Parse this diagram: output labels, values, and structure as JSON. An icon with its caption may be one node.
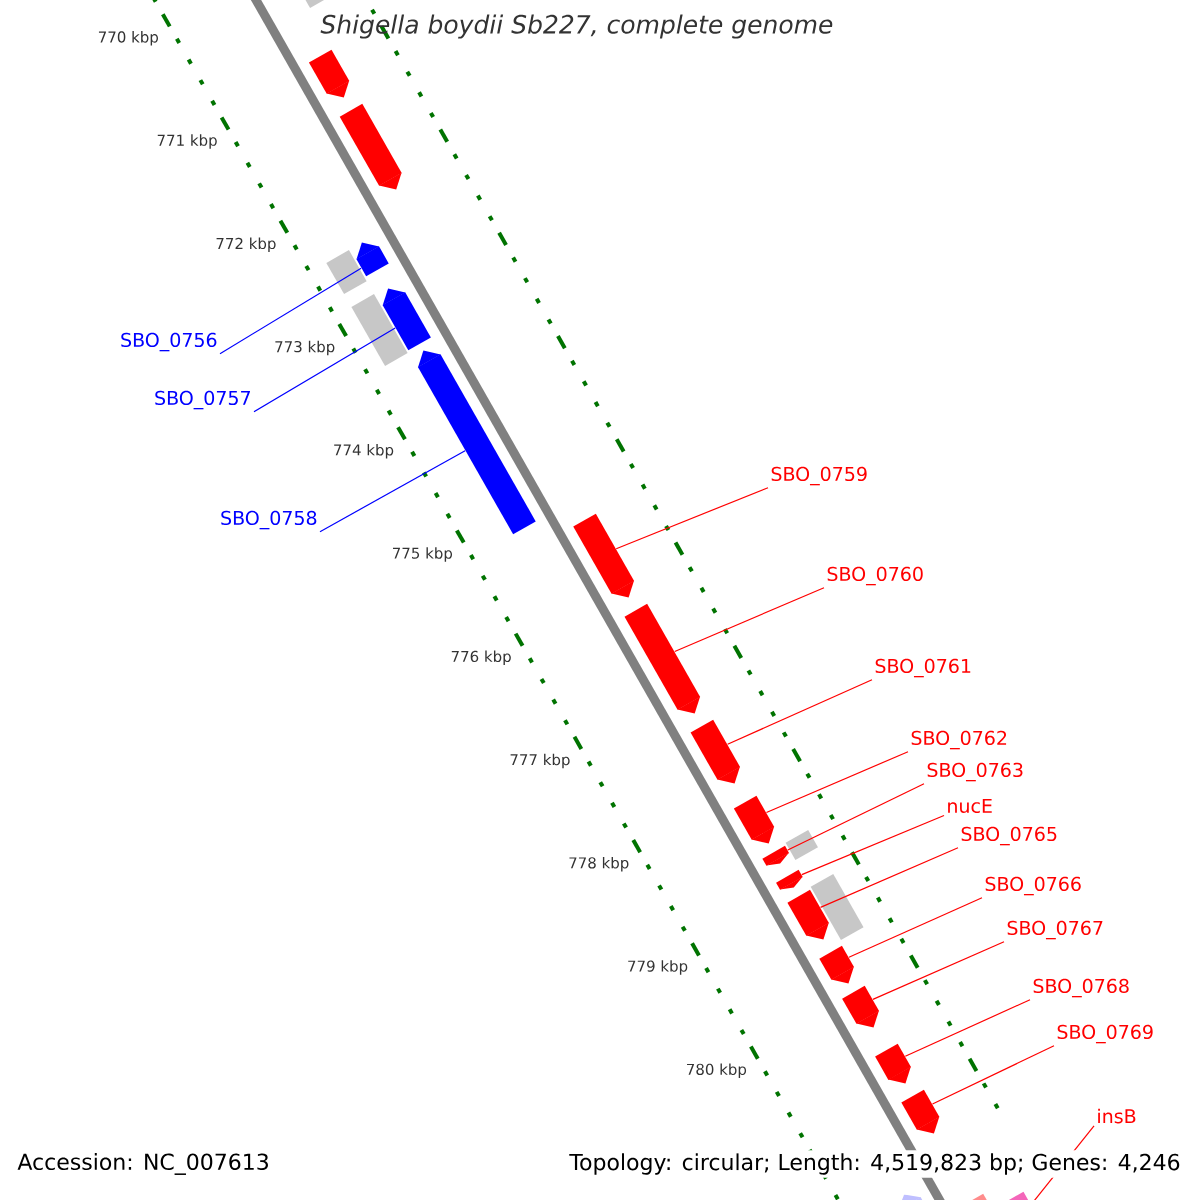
{
  "diagram": {
    "title": "Shigella boydii Sb227, complete genome",
    "nodes": [
      {
        "text": [
          "SBO_0756"
        ]
      },
      {
        "text": [
          "SBO_0757"
        ]
      },
      {
        "text": [
          "SBO_0758"
        ]
      },
      {
        "text": [
          "SBO_0759"
        ]
      },
      {
        "text": [
          "SBO_0760"
        ]
      },
      {
        "text": [
          "SBO_0761"
        ]
      },
      {
        "text": [
          "SBO_0762"
        ]
      },
      {
        "text": [
          "SBO_0763"
        ]
      },
      {
        "text": [
          "nucE"
        ]
      },
      {
        "text": [
          "SBO_0765"
        ]
      },
      {
        "text": [
          "SBO_0766"
        ]
      },
      {
        "text": [
          "SBO_0767"
        ]
      },
      {
        "text": [
          "SBO_0768"
        ]
      },
      {
        "text": [
          "SBO_0769"
        ]
      },
      {
        "text": [
          "insB"
        ]
      },
      {
        "text": [],
        "shape": "box"
      },
      {
        "text": [],
        "shape": "bar"
      },
      {
        "text": [],
        "shape": "bar"
      },
      {
        "text": [],
        "shape": "bar"
      },
      {
        "text": [],
        "shape": "box"
      },
      {
        "text": [],
        "shape": "bar"
      },
      {
        "text": [],
        "shape": "box"
      },
      {
        "text": [],
        "shape": "bar"
      },
      {
        "text": [],
        "shape": "bar"
      },
      {
        "text": [],
        "shape": "bar"
      },
      {
        "text": [],
        "shape": "bar"
      },
      {
        "text": [],
        "shape": "bar"
      },
      {
        "text": [],
        "shape": "box"
      },
      {
        "text": [],
        "shape": "bar"
      },
      {
        "text": [],
        "shape": "bar"
      },
      {
        "text": [],
        "shape": "box"
      },
      {
        "text": [],
        "shape": "bar"
      },
      {
        "text": [],
        "shape": "bar"
      },
      {
        "text": [],
        "shape": "bar"
      },
      {
        "text": [],
        "shape": "bar"
      },
      {
        "text": [],
        "shape": "bar"
      },
      {
        "text": [],
        "shape": "bar"
      },
      {
        "text": [],
        "shape": "bar"
      },
      {
        "text": [],
        "shape": "bar"
      }
    ],
    "edges": [
      {
        "from": 0,
        "to": 18,
        "arrow": "none",
        "color": "#0000ff"
      },
      {
        "from": 1,
        "to": 20,
        "arrow": "none",
        "color": "#0000ff"
      },
      {
        "from": 2,
        "to": 22,
        "arrow": "none",
        "color": "#0000ff"
      },
      {
        "from": 3,
        "to": 23,
        "arrow": "none"
      },
      {
        "from": 4,
        "to": 24,
        "arrow": "none"
      },
      {
        "from": 5,
        "to": 25,
        "arrow": "none"
      },
      {
        "from": 6,
        "to": 26,
        "arrow": "none"
      },
      {
        "from": 7,
        "to": 28,
        "arrow": "none"
      },
      {
        "from": 8,
        "to": 29,
        "arrow": "none"
      },
      {
        "from": 9,
        "to": 31,
        "arrow": "none"
      },
      {
        "from": 10,
        "to": 32,
        "arrow": "none"
      },
      {
        "from": 11,
        "to": 33,
        "arrow": "none"
      },
      {
        "from": 12,
        "to": 34,
        "arrow": "none"
      },
      {
        "from": 13,
        "to": 35,
        "arrow": "none"
      },
      {
        "from": 14,
        "to": 38,
        "arrow": "none"
      }
    ],
    "labels": [
      "770 kbp",
      "771 kbp",
      "772 kbp",
      "773 kbp",
      "774 kbp",
      "775 kbp",
      "776 kbp",
      "777 kbp",
      "778 kbp",
      "779 kbp",
      "780 kbp",
      "Accession: NC_007613",
      "Topology: circular; Length: 4,519,823 bp; Genes: 4,246"
    ]
  }
}
